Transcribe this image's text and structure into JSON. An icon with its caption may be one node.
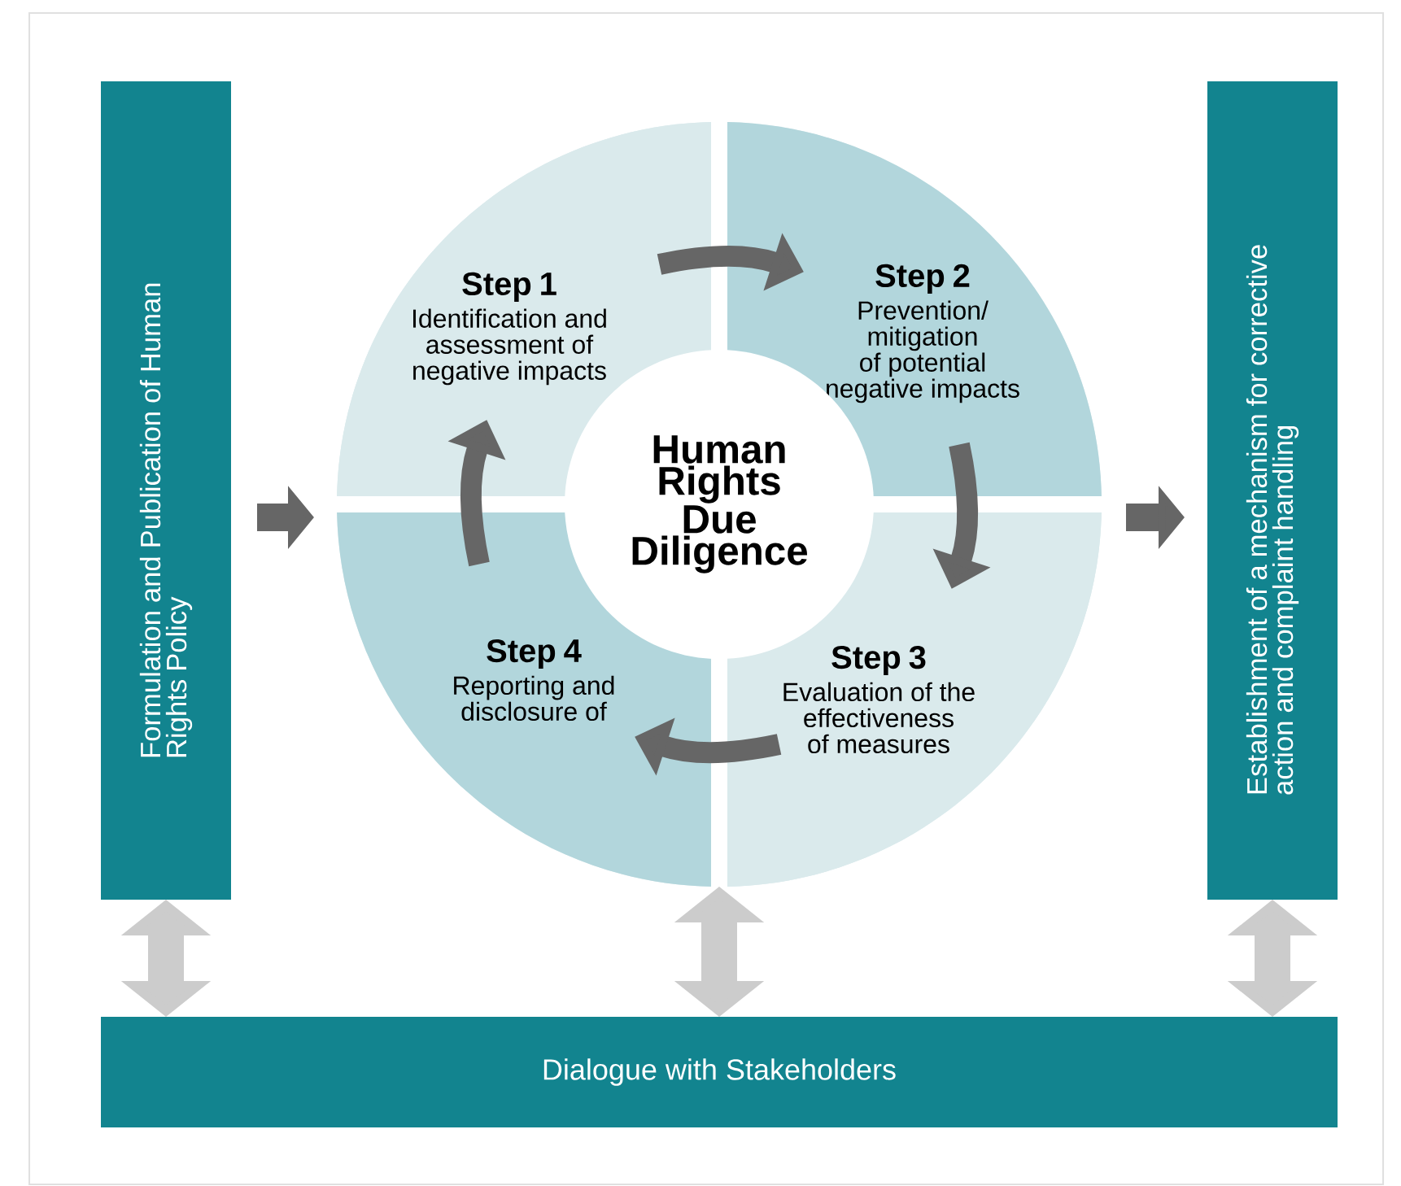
{
  "diagram": {
    "nodes": [
      {
        "text": [
          "Formulation and Publication of Human Rights Policy"
        ]
      },
      {
        "text": [],
        "shape": "circle"
      },
      {
        "text": [
          "Step 1",
          "Identification and assessment of negative impacts"
        ],
        "in": 1
      },
      {
        "text": [
          "Step 2",
          "Prevention/ mitigation of potential negative impacts"
        ],
        "in": 1
      },
      {
        "text": [
          "Step 3",
          "Evaluation of the effectiveness of measures"
        ],
        "in": 1
      },
      {
        "text": [
          "Step 4",
          "Reporting and disclosure of"
        ],
        "in": 1
      },
      {
        "text": [
          "Human Rights Due Diligence"
        ],
        "in": 1
      },
      {
        "text": [
          "Establishment of a mechanism for corrective action and complaint handling"
        ]
      },
      {
        "text": [
          "Dialogue with Stakeholders"
        ]
      }
    ],
    "edges": [
      {
        "from": 0,
        "to": 1,
        "arrow": "to"
      },
      {
        "from": 1,
        "to": 7,
        "arrow": "to"
      },
      {
        "from": 2,
        "to": 3,
        "arrow": "to"
      },
      {
        "from": 3,
        "to": 4,
        "arrow": "to"
      },
      {
        "from": 4,
        "to": 5,
        "arrow": "to"
      },
      {
        "from": 5,
        "to": 2,
        "arrow": "to"
      },
      {
        "from": 0,
        "to": 8,
        "arrow": "both",
        "color": "#cccccc"
      },
      {
        "from": 1,
        "to": 8,
        "arrow": "both",
        "color": "#cccccc"
      },
      {
        "from": 7,
        "to": 8,
        "arrow": "both",
        "color": "#cccccc"
      }
    ]
  }
}
